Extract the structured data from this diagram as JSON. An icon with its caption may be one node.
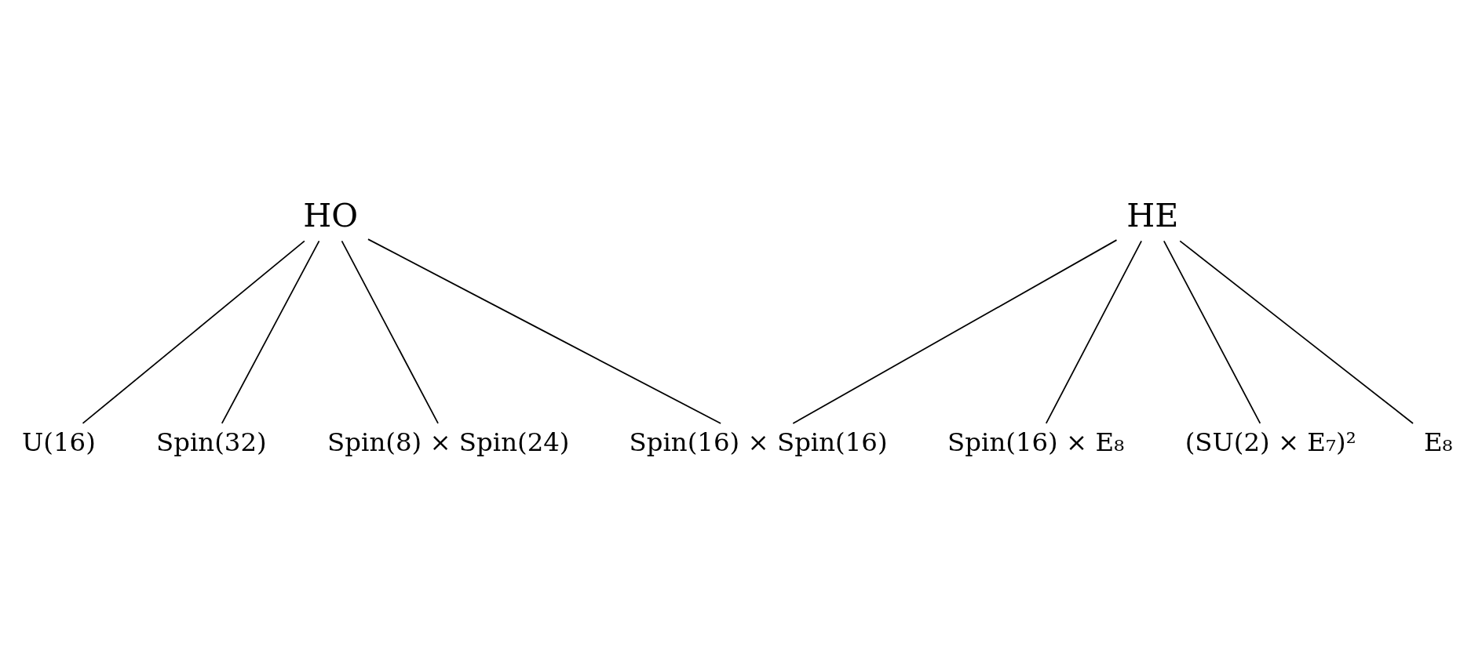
{
  "diagram": {
    "nodes": [
      {
        "text": [
          "HO"
        ]
      },
      {
        "text": [
          "HE"
        ]
      },
      {
        "text": [
          "U(16)"
        ]
      },
      {
        "text": [
          "Spin(32)"
        ]
      },
      {
        "text": [
          "Spin(8) × Spin(24)"
        ]
      },
      {
        "text": [
          "Spin(16) × Spin(16)"
        ]
      },
      {
        "text": [
          "Spin(16) × E₈"
        ]
      },
      {
        "text": [
          "(SU(2) × E₇)²"
        ]
      },
      {
        "text": [
          "E₈"
        ]
      }
    ],
    "edges": [
      {
        "from": 0,
        "to": 2,
        "arrow": "none"
      },
      {
        "from": 0,
        "to": 3,
        "arrow": "none"
      },
      {
        "from": 0,
        "to": 4,
        "arrow": "none"
      },
      {
        "from": 0,
        "to": 5,
        "arrow": "none"
      },
      {
        "from": 1,
        "to": 5,
        "arrow": "none"
      },
      {
        "from": 1,
        "to": 6,
        "arrow": "none"
      },
      {
        "from": 1,
        "to": 7,
        "arrow": "none"
      },
      {
        "from": 1,
        "to": 8,
        "arrow": "none"
      }
    ]
  }
}
